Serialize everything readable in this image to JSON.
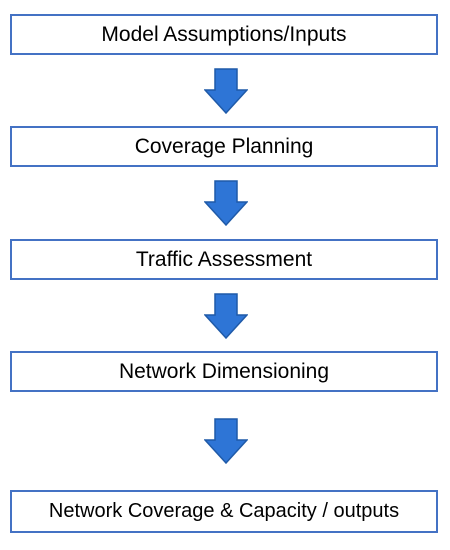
{
  "flowchart": {
    "steps": [
      {
        "label": "Model Assumptions/Inputs"
      },
      {
        "label": "Coverage Planning"
      },
      {
        "label": "Traffic Assessment"
      },
      {
        "label": "Network Dimensioning"
      },
      {
        "label": "Network Coverage & Capacity / outputs"
      }
    ],
    "colors": {
      "box_border": "#4472c4",
      "arrow_fill": "#2e75d6",
      "arrow_stroke": "#1f5aa8",
      "text": "#000000"
    }
  }
}
